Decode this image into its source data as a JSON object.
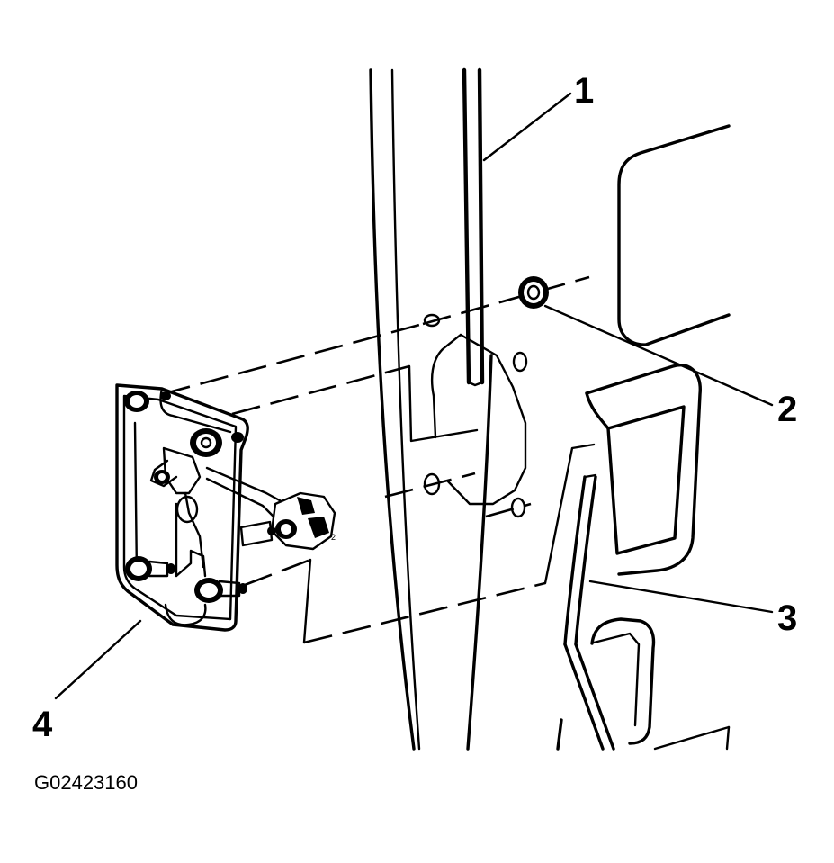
{
  "figure": {
    "id": "G02423160",
    "callouts": [
      {
        "number": "1"
      },
      {
        "number": "2"
      },
      {
        "number": "3"
      },
      {
        "number": "4"
      }
    ],
    "small_mark": "2"
  }
}
